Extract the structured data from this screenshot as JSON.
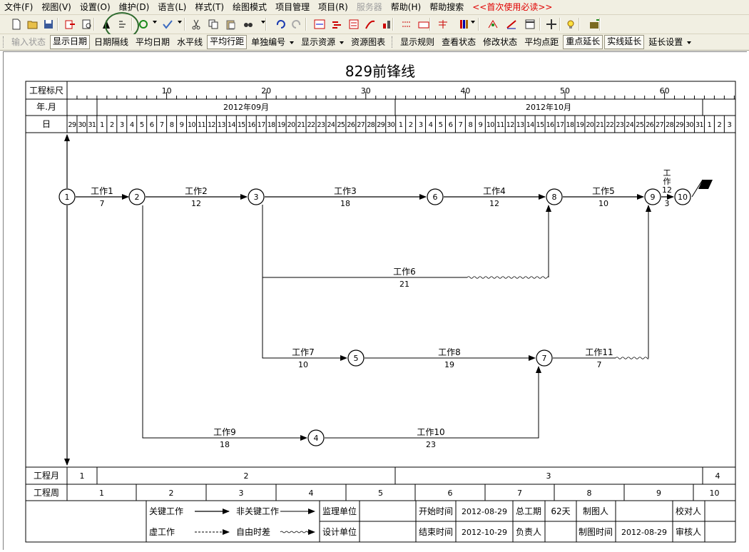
{
  "menu": [
    "文件(F)",
    "视图(V)",
    "设置(O)",
    "维护(D)",
    "语言(L)",
    "样式(T)",
    "绘图模式",
    "项目管理",
    "项目(R)",
    "服务器",
    "帮助(H)",
    "帮助搜索",
    "<<首次使用必读>>"
  ],
  "menu_disabled_index": 9,
  "menu_highlight_index": 12,
  "toolbar_icons": [
    "new-file-icon",
    "open-folder-icon",
    "save-icon",
    "export-icon",
    "print-preview-icon",
    "arrow-tool-icon",
    "frontline-icon",
    "refresh-icon",
    "check-icon",
    "cut-icon",
    "copy-icon",
    "paste-icon",
    "find-icon",
    "undo-icon",
    "redo-icon",
    "net-view-icon",
    "bar-chart-icon",
    "list-view-icon",
    "curve-icon",
    "resource-icon",
    "link-icon",
    "ruler-icon",
    "grid-icon",
    "books-icon",
    "calc-icon",
    "sign-icon",
    "calendar-icon",
    "crosshair-icon",
    "lightbulb-icon",
    "export-folder-icon"
  ],
  "toolbar2": [
    {
      "label": "输入状态",
      "state": "disabled"
    },
    {
      "label": "显示日期",
      "state": "pressed"
    },
    {
      "label": "日期隔线",
      "state": "normal"
    },
    {
      "label": "平均日期",
      "state": "normal"
    },
    {
      "label": "水平线",
      "state": "normal"
    },
    {
      "label": "平均行距",
      "state": "pressed"
    },
    {
      "label": "单独编号",
      "state": "dropdown"
    },
    {
      "label": "显示资源",
      "state": "dropdown"
    },
    {
      "label": "资源图表",
      "state": "normal"
    },
    {
      "label": "显示规则",
      "state": "normal"
    },
    {
      "label": "查看状态",
      "state": "normal"
    },
    {
      "label": "修改状态",
      "state": "normal"
    },
    {
      "label": "平均点距",
      "state": "normal"
    },
    {
      "label": "重点延长",
      "state": "pressed"
    },
    {
      "label": "实线延长",
      "state": "pressed"
    },
    {
      "label": "延长设置",
      "state": "dropdown"
    }
  ],
  "chart": {
    "title": "829前锋线",
    "ruler_label": "工程标尺",
    "ruler_ticks": [
      "10",
      "20",
      "30",
      "40",
      "50",
      "60"
    ],
    "month_label": "年.月",
    "months": [
      "2012年09月",
      "2012年10月"
    ],
    "day_label": "日",
    "days": [
      "29",
      "30",
      "31",
      "1",
      "2",
      "3",
      "4",
      "5",
      "6",
      "7",
      "8",
      "9",
      "10",
      "11",
      "12",
      "13",
      "14",
      "15",
      "16",
      "17",
      "18",
      "19",
      "20",
      "21",
      "22",
      "23",
      "24",
      "25",
      "26",
      "27",
      "28",
      "29",
      "30",
      "1",
      "2",
      "3",
      "4",
      "5",
      "6",
      "7",
      "8",
      "9",
      "10",
      "11",
      "12",
      "13",
      "14",
      "15",
      "16",
      "17",
      "18",
      "19",
      "20",
      "21",
      "22",
      "23",
      "24",
      "25",
      "26",
      "27",
      "28",
      "29",
      "30",
      "31",
      "1",
      "2",
      "3"
    ],
    "nodes": [
      "1",
      "2",
      "3",
      "4",
      "5",
      "6",
      "7",
      "8",
      "9",
      "10"
    ],
    "tasks": [
      {
        "name": "工作1",
        "duration": "7"
      },
      {
        "name": "工作2",
        "duration": "12"
      },
      {
        "name": "工作3",
        "duration": "18"
      },
      {
        "name": "工作4",
        "duration": "12"
      },
      {
        "name": "工作5",
        "duration": "10"
      },
      {
        "name": "工作6",
        "duration": "21"
      },
      {
        "name": "工作7",
        "duration": "10"
      },
      {
        "name": "工作8",
        "duration": "19"
      },
      {
        "name": "工作9",
        "duration": "18"
      },
      {
        "name": "工作10",
        "duration": "23"
      },
      {
        "name": "工作11",
        "duration": "7"
      },
      {
        "name": "工作12",
        "duration": "3"
      }
    ],
    "project_month_label": "工程月",
    "project_months": [
      "1",
      "2",
      "3",
      "4"
    ],
    "project_week_label": "工程周",
    "project_weeks": [
      "1",
      "2",
      "3",
      "4",
      "5",
      "6",
      "7",
      "8",
      "9",
      "10"
    ]
  },
  "legend": {
    "critical": "关键工作",
    "noncritical": "非关键工作",
    "dummy": "虚工作",
    "free_float": "自由时差"
  },
  "info": {
    "supervisor_label": "监理单位",
    "supervisor": "",
    "designer_label": "设计单位",
    "designer": "",
    "start_label": "开始时间",
    "start": "2012-08-29",
    "end_label": "结束时间",
    "end": "2012-10-29",
    "total_label": "总工期",
    "total": "62天",
    "owner_label": "负责人",
    "owner": "",
    "drafter_label": "制图人",
    "drafter": "",
    "draft_time_label": "制图时间",
    "draft_time": "2012-08-29",
    "checker_label": "校对人",
    "checker": "",
    "reviewer_label": "审核人",
    "reviewer": ""
  }
}
